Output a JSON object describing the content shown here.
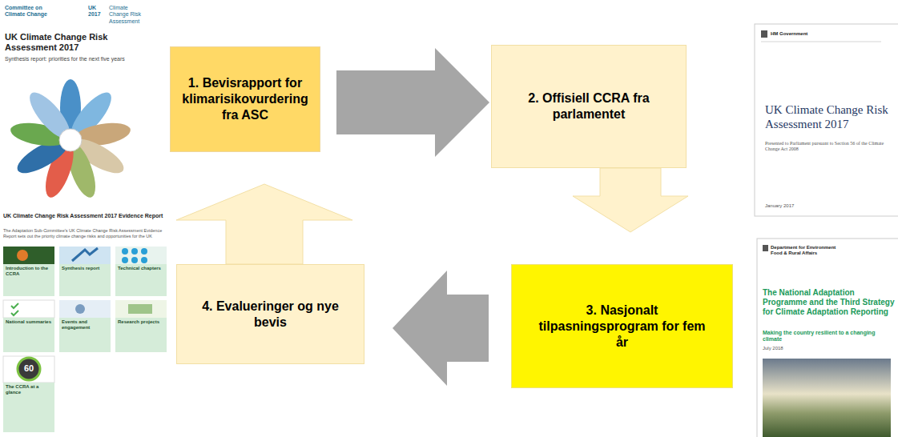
{
  "diagram": {
    "nodes": [
      {
        "text": [
          "1. Bevisrapport for klimarisikovurdering fra ASC"
        ]
      },
      {
        "text": [
          "2. Offisiell CCRA fra parlamentet"
        ]
      },
      {
        "text": [
          "3. Nasjonalt tilpasningsprogram for fem år"
        ]
      },
      {
        "text": [
          "4. Evalueringer og nye bevis"
        ]
      }
    ],
    "edges": [
      {
        "from": 0,
        "to": 1,
        "arrow": "to"
      },
      {
        "from": 1,
        "to": 2,
        "arrow": "to"
      },
      {
        "from": 2,
        "to": 3,
        "arrow": "to"
      },
      {
        "from": 3,
        "to": 0,
        "arrow": "to"
      }
    ],
    "labels": [
      "Committee on Climate Change",
      "UK 2017",
      "Climate Change Risk Assessment",
      "UK Climate Change Risk Assessment 2017",
      "Synthesis report: priorities for the next five years",
      "UK Climate Change Risk Assessment 2017 Evidence Report",
      "The Adaptation Sub-Committee's UK Climate Change Risk Assessment Evidence Report sets out the priority climate change risks and opportunities for the UK",
      "Introduction to the CCRA",
      "Synthesis report",
      "Technical chapters",
      "National summaries",
      "Events and engagement",
      "Research projects",
      "60",
      "The CCRA at a glance",
      "HM Government",
      "UK Climate Change Risk Assessment 2017",
      "Presented to Parliament pursuant to Section 56 of the Climate Change Act 2008",
      "January 2017",
      "Department for Environment Food & Rural Affairs",
      "The National Adaptation Programme and the Third Strategy for Climate Adaptation Reporting",
      "Making the country resilient to a changing climate",
      "July 2018"
    ]
  }
}
